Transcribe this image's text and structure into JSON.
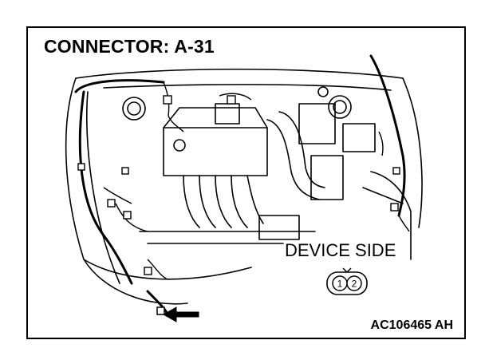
{
  "diagram": {
    "title": "CONNECTOR: A-31",
    "device_side_label": "DEVICE SIDE",
    "connector_pins": [
      "1",
      "2"
    ],
    "figure_code": "AC106465 AH",
    "colors": {
      "line": "#000000",
      "background": "#ffffff"
    }
  }
}
